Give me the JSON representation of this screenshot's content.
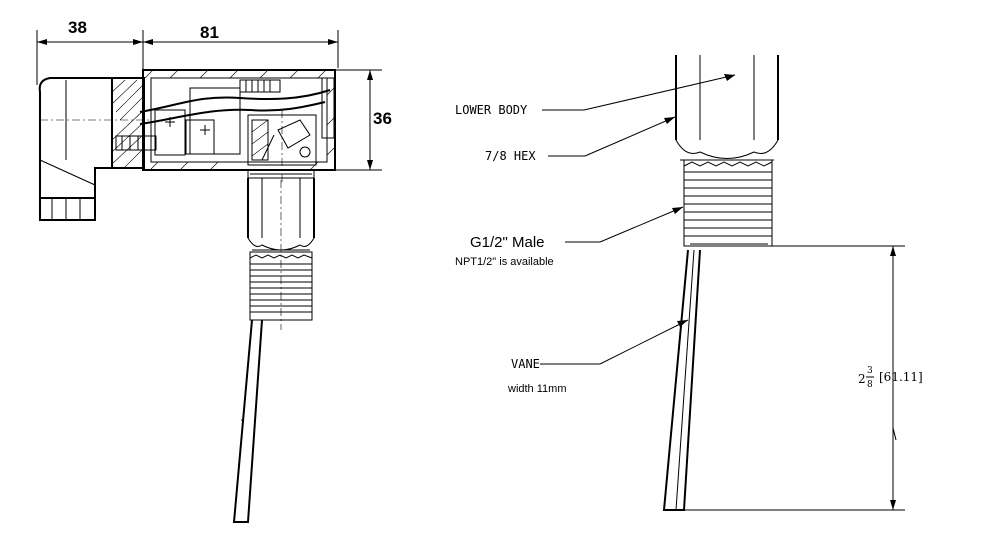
{
  "dimensions": {
    "connector_width": "38",
    "housing_width": "81",
    "housing_height": "36",
    "vane_length_whole": "2",
    "vane_length_num": "3",
    "vane_length_den": "8",
    "vane_length_metric": "[61.11]"
  },
  "callouts": {
    "lower_body": "LOWER BODY",
    "hex": "7/8 HEX",
    "thread": "G1/2\" Male",
    "thread_note": "NPT1/2\" is available",
    "vane": "VANE",
    "vane_width": "width 11mm"
  }
}
